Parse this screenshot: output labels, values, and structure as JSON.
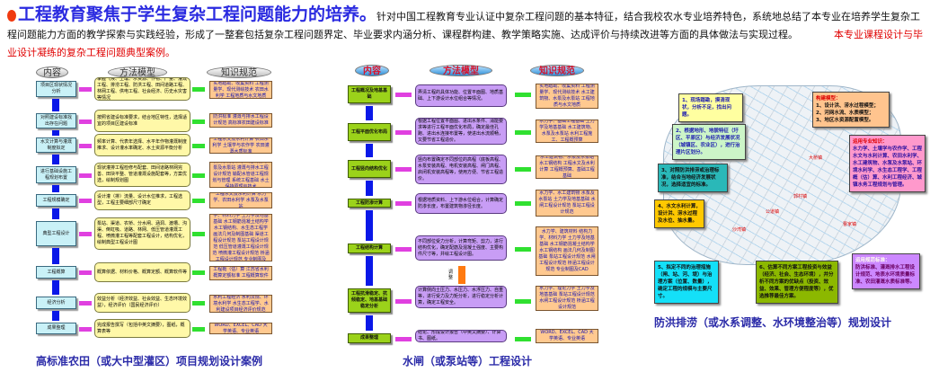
{
  "header": {
    "headline": "工程教育聚焦于学生复杂工程问题能力的培养。",
    "body": "针对中国工程教育专业认证中复杂工程问题的基本特征，结合我校农水专业培养特色，系统地总结了本专业在培养学生复杂工程问题能力方面的教学探索与实践经验，形成了一整套包括复杂工程问题界定、毕业要求内涵分析、课程群构建、教学策略实施、达成评价与持续改进等方面的具体做法与实现过程。",
    "highlight": "本专业课程设计与毕业设计凝练的复杂工程问题典型案例。"
  },
  "left": {
    "headers": [
      "内容",
      "方法模型",
      "知识规范"
    ],
    "rows": [
      [
        "项目区现状情况分析",
        "掌握气候、土壤、水资源、作物、产量、灌溉工程、排涝工程、防洪工程、田间道路工程、林网工程、供电工程、社会经济、历史水灾害等情况",
        "实地踏勘、收集资料 工程测量学、现代测绘技术 农田水利学 工程地质与水文地质"
      ],
      [
        "对照建设标准找出存在问题",
        "按照省建设标准要求，结合地区特性，选择适宜的项目区建设标准",
        "防洪标准 灌溉与排水工程设计规范 高标准农田建设标准"
      ],
      [
        "水文计算与灌溉制度拟定",
        "频率计算、代表年选择、水平年作物灌溉制度推求、设计灌水率确定、水土资源平衡分析",
        "工程水文及水利计算 农田水利学 土壤学与农作学 农田灌溉水质标准"
      ],
      [
        "进行基础设施工程规划布置",
        "现状灌排工程检修与配套、田间道路林网完善、田块平整、管道灌溉设施配套等，方案优选，绘制规划图",
        "农田水利学、水工建筑物 水泵及水泵站 灌溉与排水工程设计规范 输配水管道工程规划与管理 系统工程基础 水土保持原理与技术"
      ],
      [
        "工程规模确定",
        "设计灌（排）流量、设计水位推求，工程选型，工程主要细部尺寸确定",
        "工程水文及水利计算 水力学、农田水利学 水泵及水泵站"
      ],
      [
        "典型工程设计",
        "泵站、渠道、农桥、分水闸、涵洞、渡槽、沟渠、倒虹吸、道路、林网、低压管道灌溉工程、喷微灌工程等配套工程设计，结构优化，绘制典型工程设计图",
        "水力学、建筑材料 结构力学、材料力学 土力学及地基基础 水工钢筋混凝土结构学 水工钢结构、水生态工程学 画法几何及制图基础 渠道工程设计规范 泵站工程设计规范 低压管道灌溉工程设计规范 喷微灌工程设计规范 桥涵工程设计规范 专业制图及CAD"
      ],
      [
        "工程概算",
        "概算依据、材料价格、概算定额、概算软件等",
        "工程概（估）算 江苏省水利概算定额标准 工程概算软件"
      ],
      [
        "经济分析",
        "效益分析（经济效益、社会效益、生态环境效益），经济评价（国民经济评价）",
        "水利工程经济 水利法规、环境水利学 水生态工程学、水利建设项目经济评价规范"
      ],
      [
        "成果整理",
        "完成报告撰写（包括中英文摘要），图纸，概算表等",
        "WORD、EXCEL、CAD 大学英语、专业英语"
      ]
    ],
    "caption": "高标准农田（或大中型灌区）项目规划设计案例"
  },
  "middle": {
    "headers": [
      "内容",
      "方法模型",
      "知识规范"
    ],
    "rows": [
      [
        "工程概况及地基基础",
        "弄清工程的具体功能、位置平面图、地质基础、上下游设计水位组合等情况。",
        "实地踏勘、收集资料 工程测量学、现代测绘技术 水工建筑物、水泵及水泵站 工程地质与水文地质"
      ],
      [
        "工程平面优化布局",
        "根据工程位置平面图、进出水条件、消能要求等进行工程平面优化布局，确定最佳孔跑、进出水连接布置等，使进出水流顺畅，又要节省工程造价。",
        "水力学、基础工程基础 土力学及地基基础 水工建筑物、水泵及水泵站 水利工程施工、工程概预算"
      ],
      [
        "工程竖向结构优化",
        "竖向布置确定不同部位的高程（底板高程、水泵安装高程、电机安装高程、闸门高程、启闭机安装高程等，使用方便、节省工程造价。",
        "水工建筑物、水泵及水泵站 水工钢结构 工程水文及水利计算 工程概预算、基础工程基础"
      ],
      [
        "工程防渗计算",
        "根据地质资料、上下游水位组合，计算确定防渗长度，布置建筑物渗径长度。",
        "水力学、水工建筑物 水泵及水泵站 土力学及地基基础 水闸工程设计规范 泵站工程设计规范"
      ],
      [
        "工程结构计算",
        "不同部位受力分析，计算弯矩、剪力，进行结构优化，确定配筋及混凝土强度、主要构件尺寸等，并绘工程设计图。",
        "水力学、建筑材料 结构力学、材料力学 土力学及地基基础 水工钢筋混凝土结构学 水工钢结构 画法几何及制图基础 泵站工程设计规范 水闸工程设计规范 桥涵工程设计规范 专业制图及CAD"
      ],
      [
        "工程抗滑稳定、抗倾稳定、地基基础稳定分析",
        "计算侧向土压力、水压力、水浮压力、自重等，进行受力及力矩分析，进行稳定分析计算，确定工程安全。",
        "水力学、理论力学 土力学及地基基础 泵站工程设计规范 水闸工程设计规范 桥涵工程设计规范"
      ],
      [
        "成果整理",
        "结论、形成设计报告（中英文摘要）、计算书、图纸。",
        "WORD、EXCEL、CAD 大学英语、专业英语"
      ]
    ],
    "adjust_label": "调整",
    "caption": "水闸（或泵站等）工程设计"
  },
  "right": {
    "callouts": [
      "1、现场踏勘，摸清现状，分析不足，找出问题。",
      "2、根据地形、地貌特征（圩区、平原区）与经济发展状况（城镇区、农业区），进行治理片区划分。",
      "3、对照防洪排涝或治理标准，结合当地经济发展状况，选择适宜的标准。",
      "4、水文水利计算，设计洪、涝水过程及水位、抽水量。",
      "5、拟定不同的治理措施（闸、站、河、堤）与治理方案（位置、数量），确定工程的规模与主要尺寸。",
      "6、估算不同方案工程投资与效益（经济、社会、生态环境），并分析不同方案的优缺点（投资、效益、效果、管理方便程度等），优选推荐最佳方案。"
    ],
    "model_title": "构建模型：",
    "models": [
      "1、设计洪、涝水过程模型；",
      "2、河网水流、水质模型；",
      "3、地区水资源配置模型。"
    ],
    "knowledge_title": "运用专业知识：",
    "knowledge": "水力学、土壤学与农作学、工程水文与水利计算、农田水利学、水工建筑物、水泵及水泵站、环境水利学、水生态工程学、工程概（估）算、水利工程经济、城镇水务工程规划与管理。",
    "standard_title": "运用规范标准：",
    "standard": "防洪标准、灌溉排水工程设计规范、地表水环境质量标准、农田灌溉水质标准等。",
    "map_labels": [
      "大桥镇",
      "郭村镇",
      "沙湾镇",
      "公道镇",
      "曹家镇"
    ],
    "caption": "防洪排涝（或水系调整、水环境整治等）规划设计"
  },
  "colors": {
    "headline": "#2a2ae0",
    "highlight": "#e00000",
    "caption": "#2a2aa8"
  }
}
